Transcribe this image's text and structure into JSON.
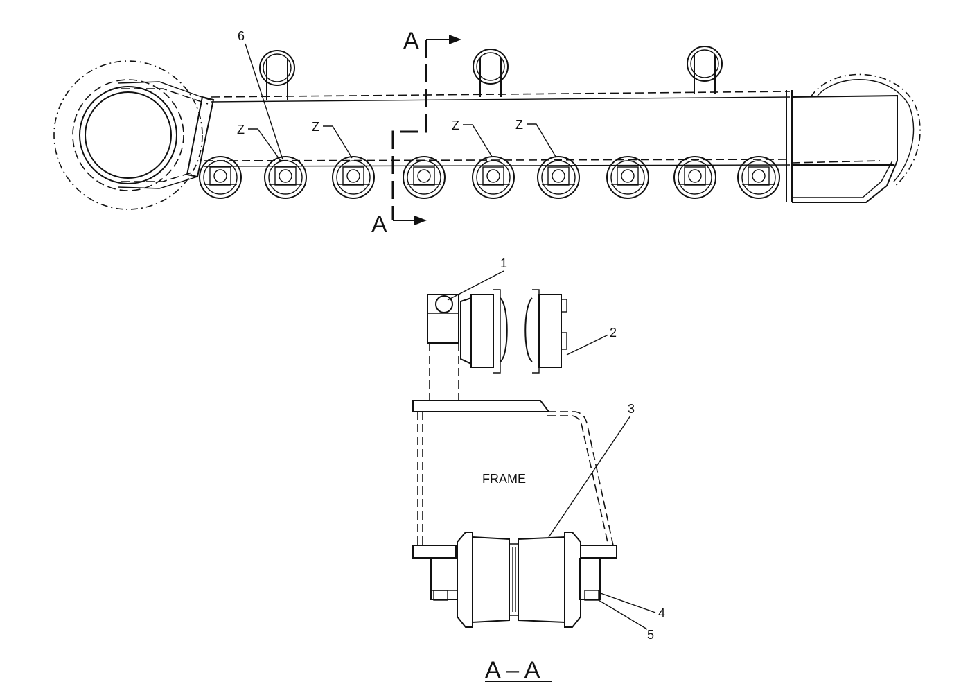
{
  "section_marker": "A",
  "section_title": "A – A",
  "frame_label": "FRAME",
  "detail_z": "Z",
  "callouts": {
    "c1": "1",
    "c2": "2",
    "c3": "3",
    "c4": "4",
    "c5": "5",
    "c6": "6"
  }
}
